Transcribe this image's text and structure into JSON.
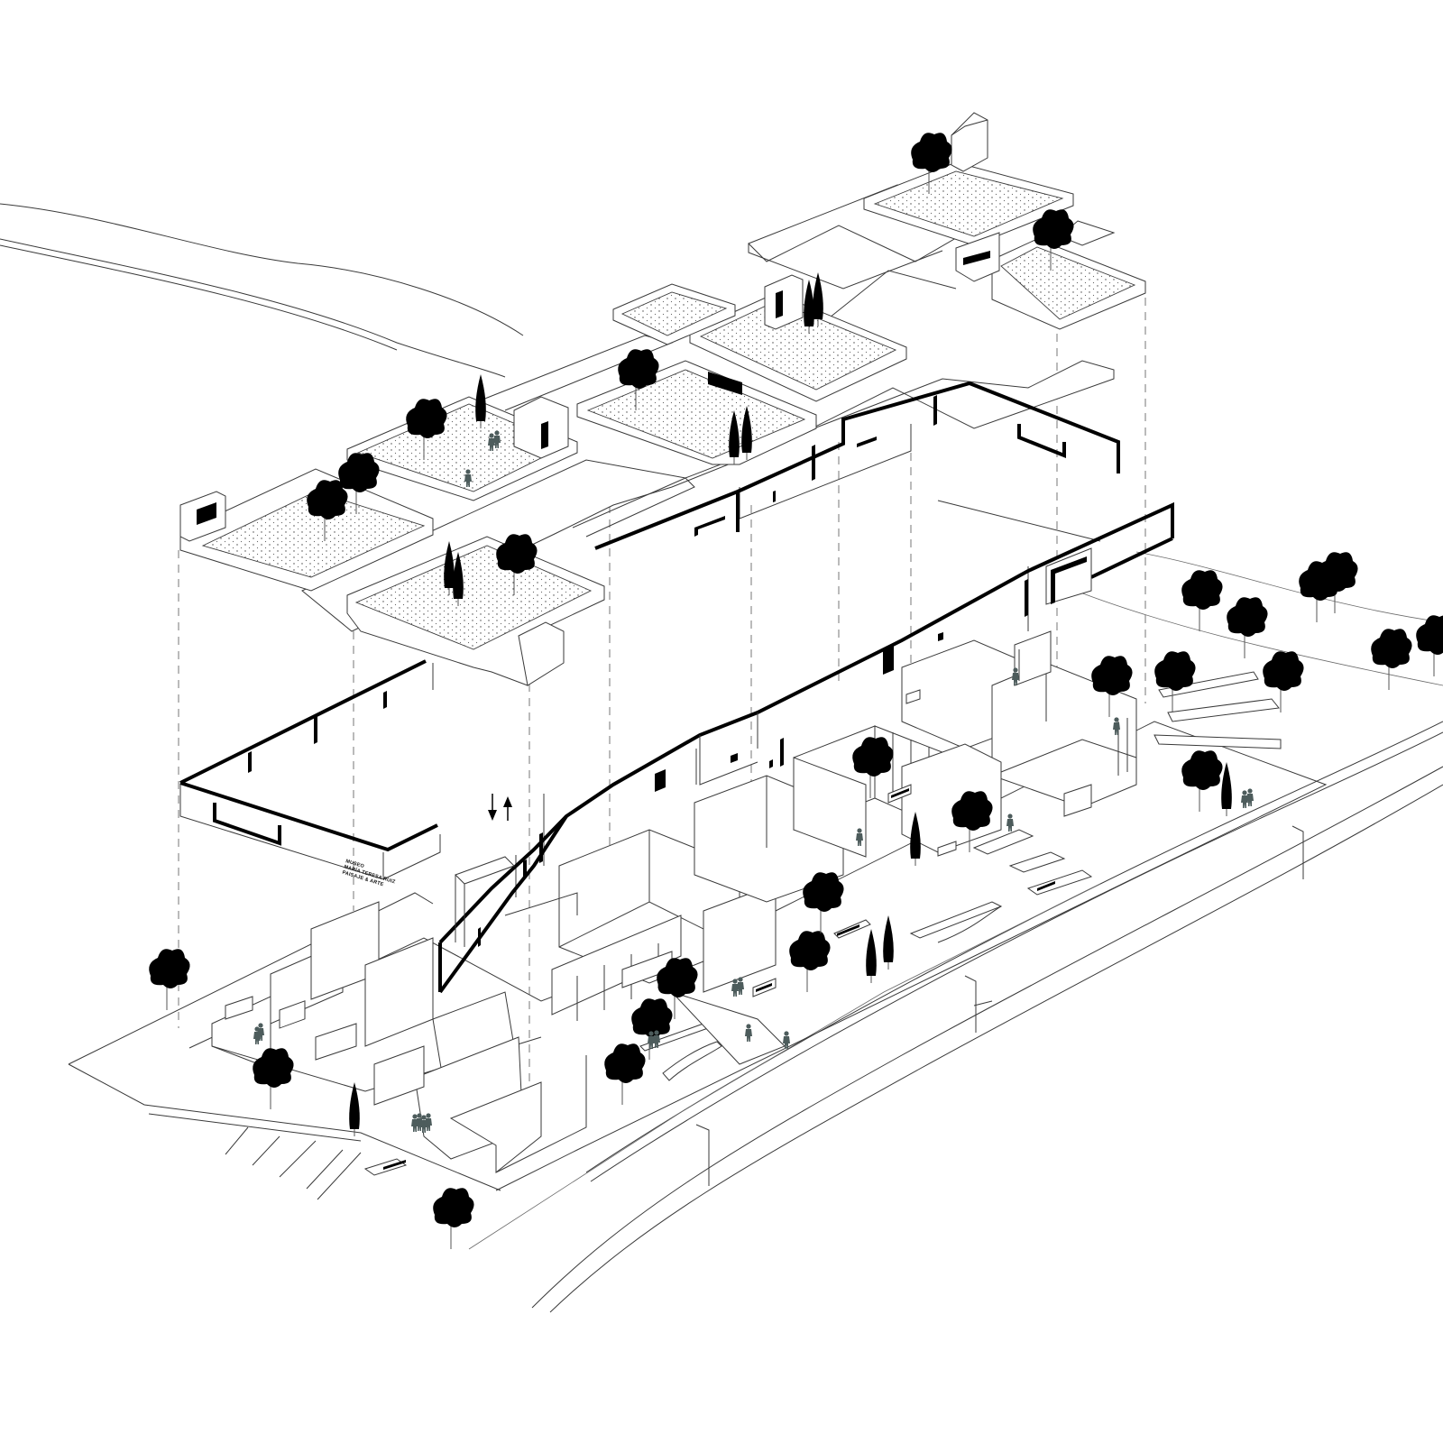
{
  "drawing": {
    "type": "exploded axonometric architectural drawing",
    "colors": {
      "linework": "#3a3a3a",
      "bold_walls": "#000000",
      "people": "#4d5c5c",
      "background": "#ffffff"
    },
    "facade_sign": {
      "lines": [
        "MUSEO",
        "MARÍA TERESA RUIZ",
        "PAISAJE & ARTE",
        ""
      ]
    },
    "icons": [
      "arrow-down-icon",
      "arrow-up-icon",
      "tree-icon",
      "person-icon"
    ]
  }
}
